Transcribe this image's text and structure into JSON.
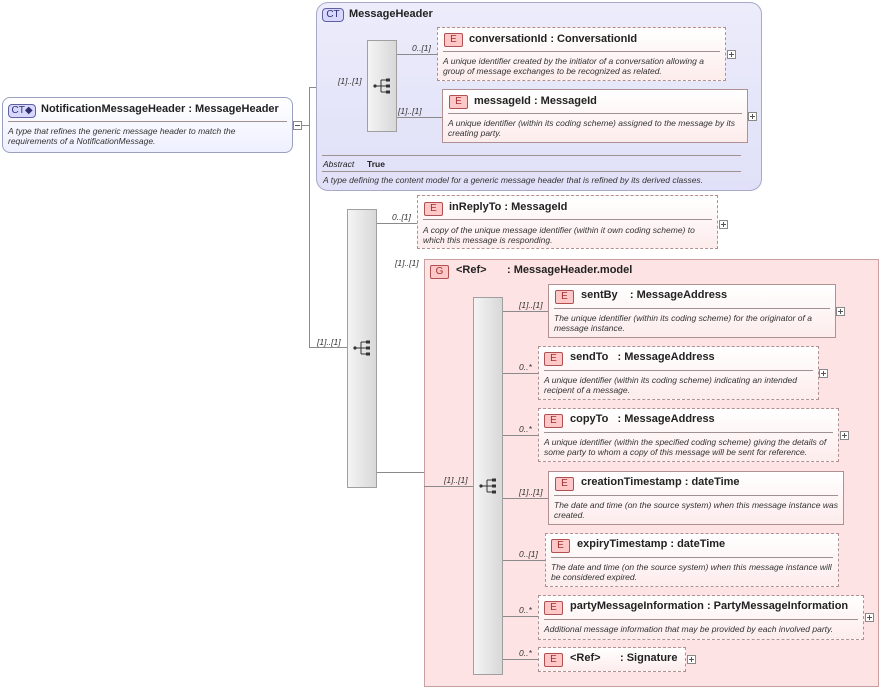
{
  "root": {
    "badge": "CT",
    "title": "NotificationMessageHeader : MessageHeader",
    "desc": "A type that refines the generic message header to match the requirements of a NotificationMessage."
  },
  "message_header": {
    "badge": "CT",
    "title": "MessageHeader",
    "abstract_label": "Abstract",
    "abstract_value": "True",
    "desc": "A type defining the content model for a generic message header that is refined by its derived classes.",
    "cardinality": "[1]..[1]",
    "elements": [
      {
        "badge": "E",
        "name": "conversationId",
        "type": ": ConversationId",
        "card": "0..[1]",
        "desc": "A unique identifier created by the initiator of a conversation allowing a group of message exchanges to be recognized as related."
      },
      {
        "badge": "E",
        "name": "messageId",
        "type": ": MessageId",
        "card": "[1]..[1]",
        "desc": "A unique identifier (within its coding scheme) assigned to the message by its creating party."
      }
    ]
  },
  "outer_sequence": {
    "cardinality": "[1]..[1]"
  },
  "in_reply_to": {
    "badge": "E",
    "name": "inReplyTo",
    "type": ": MessageId",
    "card": "0..[1]",
    "desc": "A copy of the unique message identifier (within it own coding scheme) to which this message is responding."
  },
  "group": {
    "badge": "G",
    "ref": "<Ref>",
    "name": ": MessageHeader.model",
    "card": "[1]..[1]",
    "seq_card": "[1]..[1]",
    "elements": [
      {
        "badge": "E",
        "name": "sentBy",
        "type": ": MessageAddress",
        "card": "[1]..[1]",
        "desc": "The unique identifier (within its coding scheme) for the originator of a message instance."
      },
      {
        "badge": "E",
        "name": "sendTo",
        "type": ": MessageAddress",
        "card": "0..*",
        "desc": "A unique identifier (within its coding scheme) indicating an intended recipent of a message."
      },
      {
        "badge": "E",
        "name": "copyTo",
        "type": ": MessageAddress",
        "card": "0..*",
        "desc": "A unique identifier (within the specified coding scheme) giving the details of some party to whom a copy of this message will be sent for reference."
      },
      {
        "badge": "E",
        "name": "creationTimestamp",
        "type": ": dateTime",
        "card": "[1]..[1]",
        "desc": "The date and time (on the source system) when this message instance was created."
      },
      {
        "badge": "E",
        "name": "expiryTimestamp",
        "type": ": dateTime",
        "card": "0..[1]",
        "desc": "The date and time (on the source system) when this message instance will be considered expired."
      },
      {
        "badge": "E",
        "name": "partyMessageInformation",
        "type": ": PartyMessageInformation",
        "card": "0..*",
        "desc": "Additional message information that may be provided by each involved party."
      },
      {
        "badge": "E",
        "name": "<Ref>",
        "type": ": Signature",
        "card": "0..*",
        "desc": ""
      }
    ]
  }
}
